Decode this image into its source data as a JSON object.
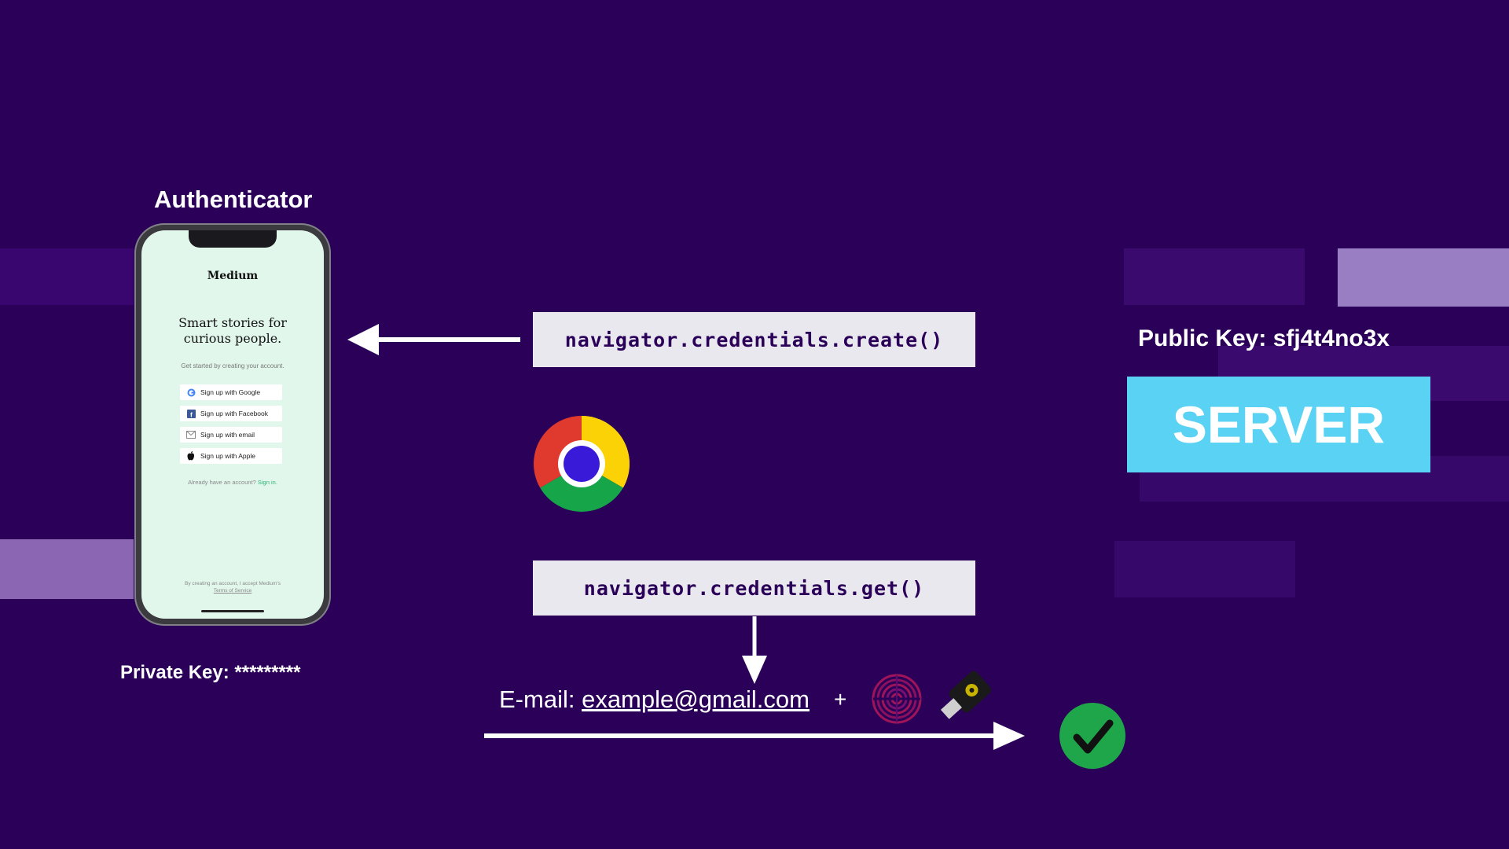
{
  "authenticator": {
    "title": "Authenticator",
    "private_key_label": "Private Key: *********",
    "phone": {
      "brand": "Medium",
      "headline": "Smart stories for curious people.",
      "subtitle": "Get started by creating your account.",
      "buttons": [
        {
          "label": "Sign up with Google",
          "icon": "google-icon"
        },
        {
          "label": "Sign up with Facebook",
          "icon": "facebook-icon"
        },
        {
          "label": "Sign up with email",
          "icon": "mail-icon"
        },
        {
          "label": "Sign up with Apple",
          "icon": "apple-icon"
        }
      ],
      "already_text": "Already have an account?",
      "sign_in": "Sign in.",
      "terms_line1": "By creating an account, I accept Medium's",
      "terms_line2": "Terms of Service"
    }
  },
  "code": {
    "create": "navigator.credentials.create()",
    "get": "navigator.credentials.get()"
  },
  "server": {
    "public_key_label": "Public Key: sfj4t4no3x",
    "label": "SERVER"
  },
  "login": {
    "email_prefix": "E-mail: ",
    "email": "example@gmail.com",
    "plus": "+"
  },
  "colors": {
    "background": "#2b0058",
    "server": "#5ad2f4",
    "code_box": "#e9e8ef",
    "check": "#1fa64a"
  }
}
